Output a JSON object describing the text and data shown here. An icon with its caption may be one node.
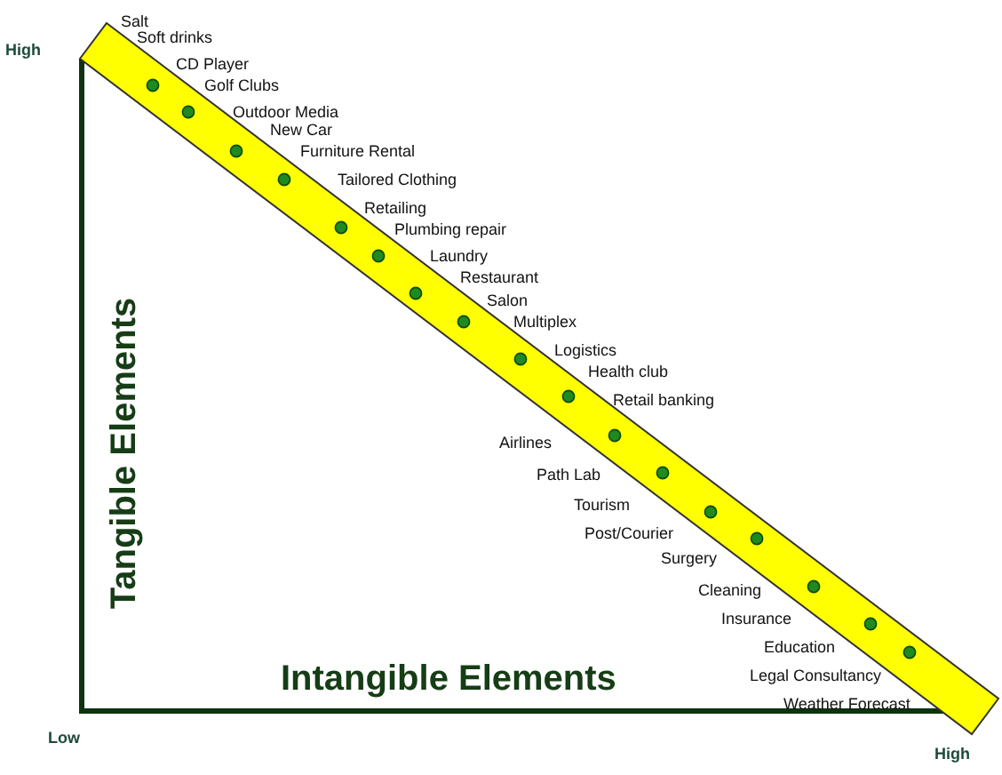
{
  "diagram": {
    "labels": [
      "High",
      "Salt",
      "Soft drinks",
      "CD Player",
      "Golf Clubs",
      "Outdoor Media",
      "New Car",
      "Furniture Rental",
      "Tailored Clothing",
      "Retailing",
      "Plumbing repair",
      "Laundry",
      "Restaurant",
      "Salon",
      "Multiplex",
      "Logistics",
      "Health club",
      "Retail banking",
      "Airlines",
      "Path Lab",
      "Tourism",
      "Post/Courier",
      "Surgery",
      "Cleaning",
      "Insurance",
      "Education",
      "Legal Consultancy",
      "Weather Forecast",
      "Tangible Elements",
      "Intangible Elements",
      "Low",
      "High"
    ]
  }
}
